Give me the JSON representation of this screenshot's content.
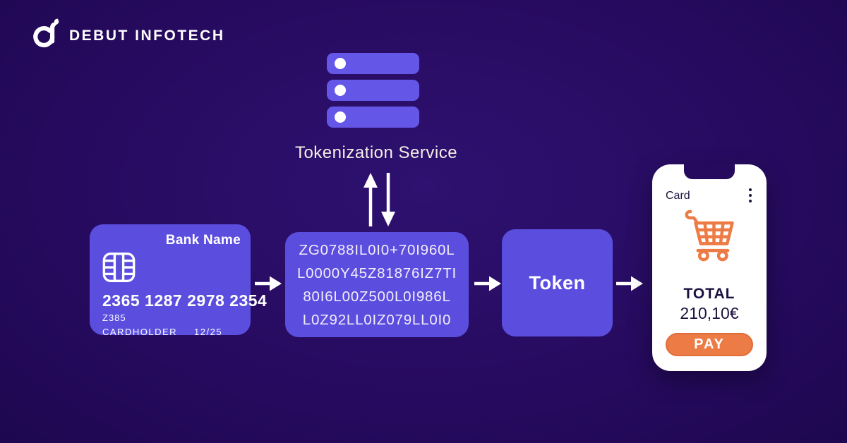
{
  "colors": {
    "background": "#260a5e",
    "box_purple": "#5b4ede",
    "server_bar_purple": "#6457e8",
    "accent_orange": "#ed7b45",
    "dark_text": "#1c1240",
    "white": "#ffffff"
  },
  "logo": {
    "text": "DEBUT INFOTECH"
  },
  "tokenization_service": {
    "label": "Tokenization Service"
  },
  "bank_card": {
    "bank_name": "Bank Name",
    "number": "2365 1287 2978 2354",
    "code": "Z385",
    "holder_label": "CARDHOLDER",
    "expiry": "12/25"
  },
  "token_string": {
    "lines": [
      "ZG0788IL0I0+70I960L",
      "L0000Y45Z81876IZ7TI",
      "80I6L00Z500L0I986L",
      "L0Z92LL0IZ079LL0I0"
    ]
  },
  "token_box": {
    "label": "Token"
  },
  "phone": {
    "header": "Card",
    "total_label": "TOTAL",
    "amount": "210,10€",
    "pay_label": "PAY"
  }
}
